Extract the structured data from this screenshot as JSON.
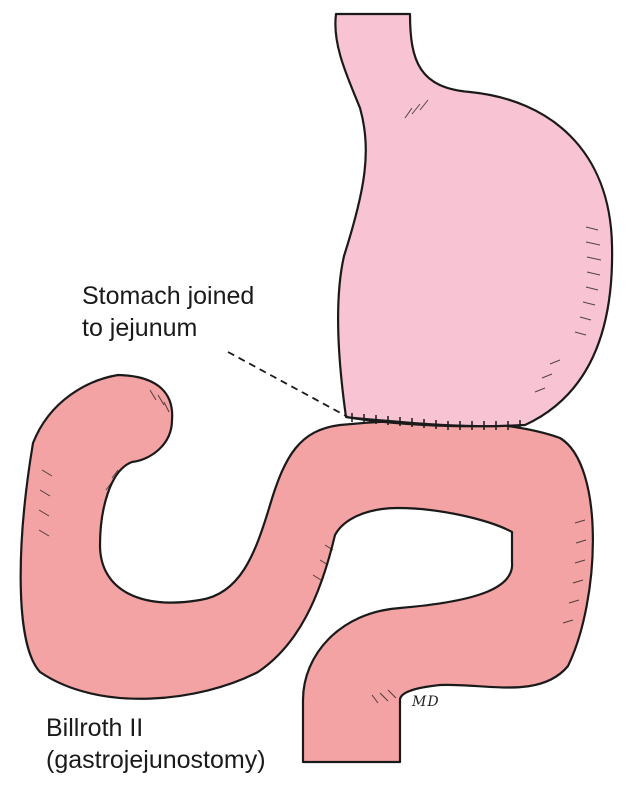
{
  "annotation": {
    "line1": "Stomach joined",
    "line2": "to jejunum"
  },
  "caption": {
    "line1": "Billroth II",
    "line2": "(gastrojejunostomy)"
  },
  "signature": "MD",
  "colors": {
    "stomach": "#f8c3d3",
    "jejunum": "#f3a3a3",
    "outline": "#1a1a1a"
  }
}
